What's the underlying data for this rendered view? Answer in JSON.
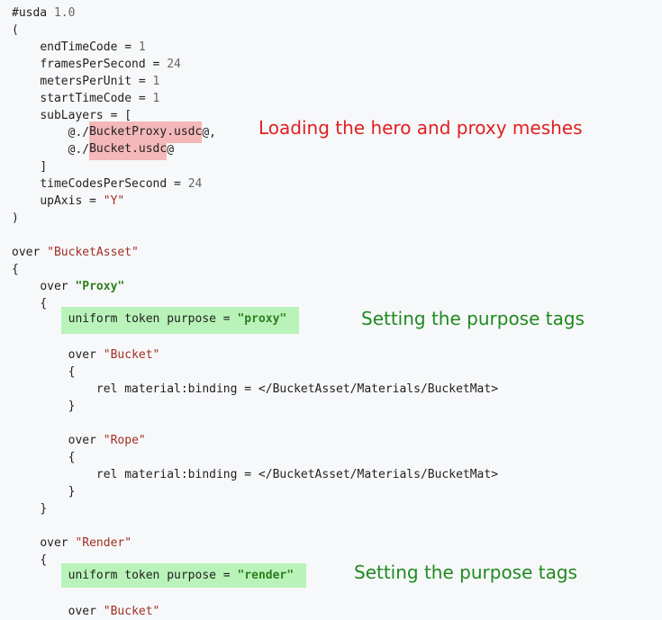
{
  "colors": {
    "annotation_red": "#e02020",
    "annotation_green": "#1f8a1f",
    "highlight_red": "#f4b8b8",
    "highlight_green": "#b9f3b9"
  },
  "code": {
    "header_kw": "#usda",
    "header_ver": "1.0",
    "open_paren": "(",
    "endTimeCode_key": "endTimeCode = ",
    "endTimeCode_val": "1",
    "framesPerSecond_key": "framesPerSecond = ",
    "framesPerSecond_val": "24",
    "metersPerUnit_key": "metersPerUnit = ",
    "metersPerUnit_val": "1",
    "startTimeCode_key": "startTimeCode = ",
    "startTimeCode_val": "1",
    "subLayers_key": "subLayers = [",
    "sublayer1_prefix": "@./",
    "sublayer1_name": "BucketProxy.usdc",
    "sublayer1_suffix": "@,",
    "sublayer2_prefix": "@./",
    "sublayer2_name": "Bucket.usdc",
    "sublayer2_suffix": "@",
    "close_bracket": "]",
    "timeCodesPerSecond_key": "timeCodesPerSecond = ",
    "timeCodesPerSecond_val": "24",
    "upAxis_key": "upAxis = ",
    "upAxis_val": "\"Y\"",
    "close_paren": ")",
    "over_kw": "over ",
    "bucketasset_name": "\"BucketAsset\"",
    "open_brace": "{",
    "close_brace": "}",
    "proxy_name": "\"Proxy\"",
    "purpose_stmt": "uniform token purpose = ",
    "purpose_proxy_val": "\"proxy\"",
    "bucket_name": "\"Bucket\"",
    "rope_name": "\"Rope\"",
    "rel_binding": "rel material:binding = </BucketAsset/Materials/BucketMat>",
    "render_name": "\"Render\"",
    "purpose_render_val": "\"render\""
  },
  "annotations": {
    "loading": "Loading the hero and proxy meshes",
    "purpose_1": "Setting the purpose tags",
    "purpose_2": "Setting the purpose tags"
  }
}
